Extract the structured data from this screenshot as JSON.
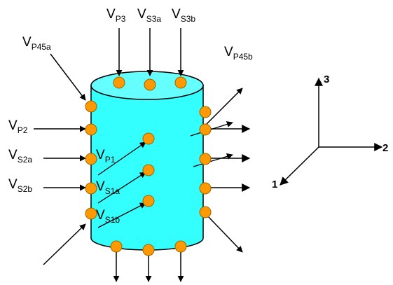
{
  "labels": {
    "vp3": {
      "main": "V",
      "sub": "P3"
    },
    "vs3a": {
      "main": "V",
      "sub": "S3a"
    },
    "vs3b": {
      "main": "V",
      "sub": "S3b"
    },
    "vp45a": {
      "main": "V",
      "sub": "P45a"
    },
    "vp45b": {
      "main": "V",
      "sub": "P45b"
    },
    "vp2": {
      "main": "V",
      "sub": "P2"
    },
    "vs2a": {
      "main": "V",
      "sub": "S2a"
    },
    "vs2b": {
      "main": "V",
      "sub": "S2b"
    },
    "vp1": {
      "main": "V",
      "sub": "P1"
    },
    "vs1a": {
      "main": "V",
      "sub": "S1a"
    },
    "vs1b": {
      "main": "V",
      "sub": "S1b"
    }
  },
  "axes": {
    "x1": "1",
    "x2": "2",
    "x3": "3"
  },
  "colors": {
    "cylinder_body": "#33ffff",
    "cylinder_top": "#66ffff",
    "cylinder_outline": "#000000",
    "transducer": "#ff9900",
    "transducer_outline": "#996600",
    "arrow": "#000000"
  }
}
